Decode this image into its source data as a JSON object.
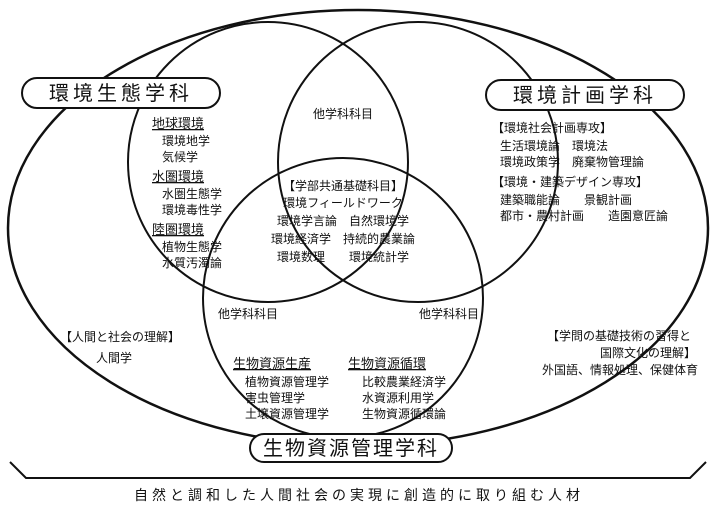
{
  "departments": {
    "eco": "環境生態学科",
    "planning": "環境計画学科",
    "bio": "生物資源管理学科"
  },
  "other_courses": "他学科科目",
  "eco_groups": [
    {
      "title": "地球環境",
      "items": [
        "環境地学",
        "気候学"
      ]
    },
    {
      "title": "水圏環境",
      "items": [
        "水圏生態学",
        "環境毒性学"
      ]
    },
    {
      "title": "陸圏環境",
      "items": [
        "植物生態学",
        "水質汚濁論"
      ]
    }
  ],
  "planning_groups": [
    {
      "title": "【環境社会計画専攻】",
      "rows": [
        "生活環境論　環境法",
        "環境政策学　廃棄物管理論"
      ]
    },
    {
      "title": "【環境・建築デザイン専攻】",
      "rows": [
        "建築職能論　　景観計画",
        "都市・農村計画　　造園意匠論"
      ]
    }
  ],
  "common": {
    "title": "【学部共通基礎科目】",
    "rows": [
      "環境フィールドワーク",
      "環境学言論　自然環境学",
      "環境経済学　持続的農業論",
      "環境数理　　環境統計学"
    ]
  },
  "bio_groups": [
    {
      "title": "生物資源生産",
      "items": [
        "植物資源管理学",
        "害虫管理学",
        "土壌資源管理学"
      ]
    },
    {
      "title": "生物資源循環",
      "items": [
        "比較農業経済学",
        "水資源利用学",
        "生物資源循環論"
      ]
    }
  ],
  "human": {
    "title": "【人間と社会の理解】",
    "item": "人間学"
  },
  "basic_skills": {
    "title_line1": "【学問の基礎技術の習得と",
    "title_line2": "国際文化の理解】",
    "item": "外国語、情報処理、保健体育"
  },
  "goal": "自然と調和した人間社会の実現に創造的に取り組む人材"
}
